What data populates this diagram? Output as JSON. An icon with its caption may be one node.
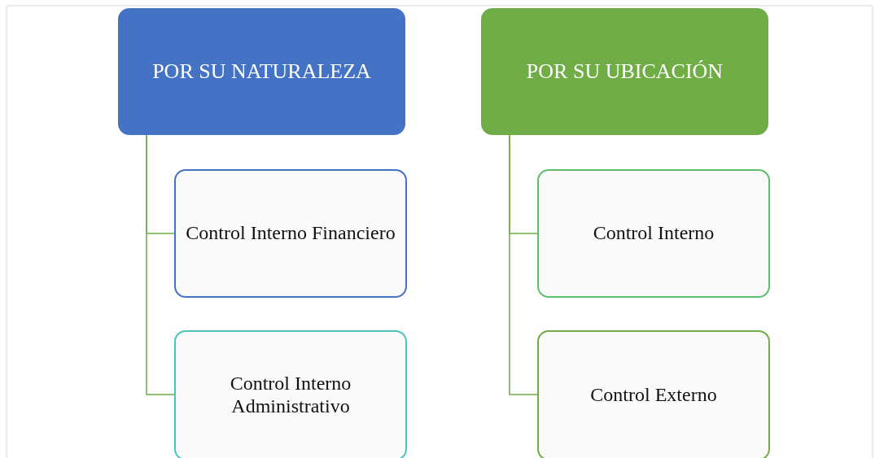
{
  "diagram": {
    "nodes": [
      {
        "text": [
          "POR SU NATURALEZA"
        ]
      },
      {
        "text": [
          "Control Interno Financiero"
        ]
      },
      {
        "text": [
          "Control Interno Administrativo"
        ]
      },
      {
        "text": [
          "POR SU UBICACIÓN"
        ]
      },
      {
        "text": [
          "Control Interno"
        ]
      },
      {
        "text": [
          "Control Externo"
        ]
      }
    ],
    "edges": [
      {
        "from": 0,
        "to": 1,
        "arrow": "none"
      },
      {
        "from": 0,
        "to": 2,
        "arrow": "none"
      },
      {
        "from": 3,
        "to": 4,
        "arrow": "none"
      },
      {
        "from": 3,
        "to": 5,
        "arrow": "none"
      }
    ]
  }
}
